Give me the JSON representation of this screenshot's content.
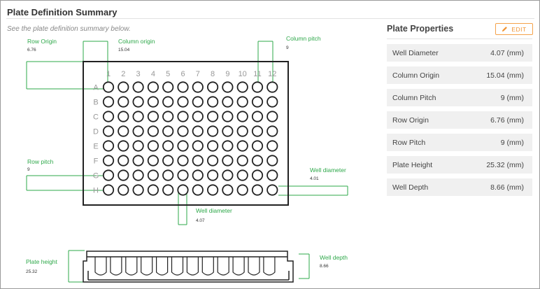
{
  "page": {
    "title": "Plate Definition Summary",
    "subtitle": "See the plate definition summary below."
  },
  "properties": {
    "title": "Plate Properties",
    "edit_label": "EDIT",
    "items": [
      {
        "label": "Well Diameter",
        "value": "4.07 (mm)"
      },
      {
        "label": "Column Origin",
        "value": "15.04 (mm)"
      },
      {
        "label": "Column Pitch",
        "value": "9 (mm)"
      },
      {
        "label": "Row Origin",
        "value": "6.76 (mm)"
      },
      {
        "label": "Row Pitch",
        "value": "9 (mm)"
      },
      {
        "label": "Plate Height",
        "value": "25.32 (mm)"
      },
      {
        "label": "Well Depth",
        "value": "8.66 (mm)"
      }
    ]
  },
  "diagram": {
    "rows": [
      "A",
      "B",
      "C",
      "D",
      "E",
      "F",
      "G",
      "H"
    ],
    "columns": [
      "1",
      "2",
      "3",
      "4",
      "5",
      "6",
      "7",
      "8",
      "9",
      "10",
      "11",
      "12"
    ],
    "annotations": {
      "row_origin": {
        "label": "Row Origin",
        "value": "6.76"
      },
      "column_origin": {
        "label": "Column origin",
        "value": "15.04"
      },
      "column_pitch": {
        "label": "Column pitch",
        "value": "9"
      },
      "row_pitch": {
        "label": "Row pitch",
        "value": "9"
      },
      "well_diameter_right": {
        "label": "Well diameter",
        "value": "4.01"
      },
      "well_diameter_bottom": {
        "label": "Well diameter",
        "value": "4.07"
      },
      "plate_height": {
        "label": "Plate height",
        "value": "25.32"
      },
      "well_depth": {
        "label": "Well depth",
        "value": "8.66"
      }
    },
    "colors": {
      "annotation": "#2ea84a",
      "outline": "#222222",
      "labels": "#999999"
    }
  }
}
